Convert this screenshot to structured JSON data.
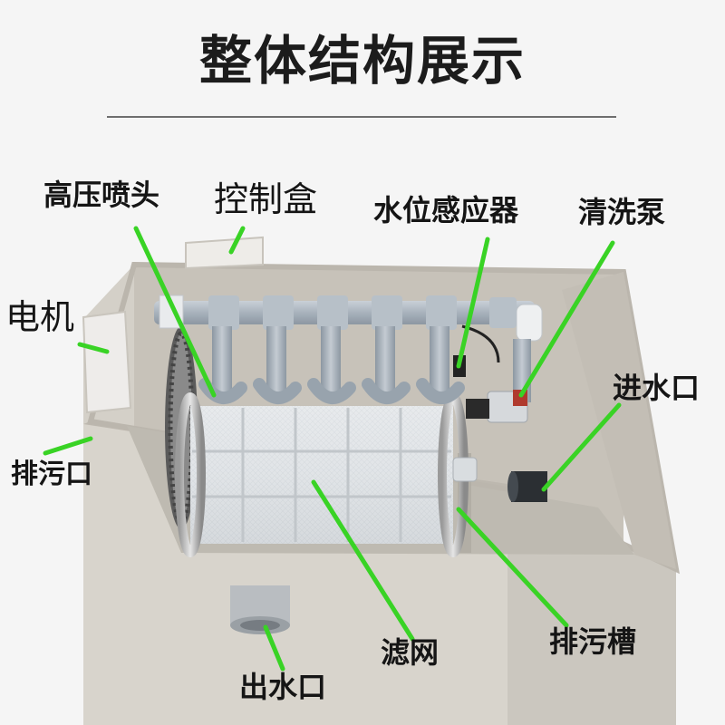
{
  "title": "整体结构展示",
  "labels": {
    "nozzle": "高压喷头",
    "control_box": "控制盒",
    "level_sensor": "水位感应器",
    "cleaning_pump": "清洗泵",
    "motor": "电机",
    "inlet": "进水口",
    "drain_outlet": "排污口",
    "filter_screen": "滤网",
    "sewage_trough": "排污槽",
    "outlet": "出水口"
  },
  "colors": {
    "pointer": "#39d325",
    "tank": "#cfcbc3",
    "pipe": "#aab4be",
    "background": "#f5f5f5"
  }
}
